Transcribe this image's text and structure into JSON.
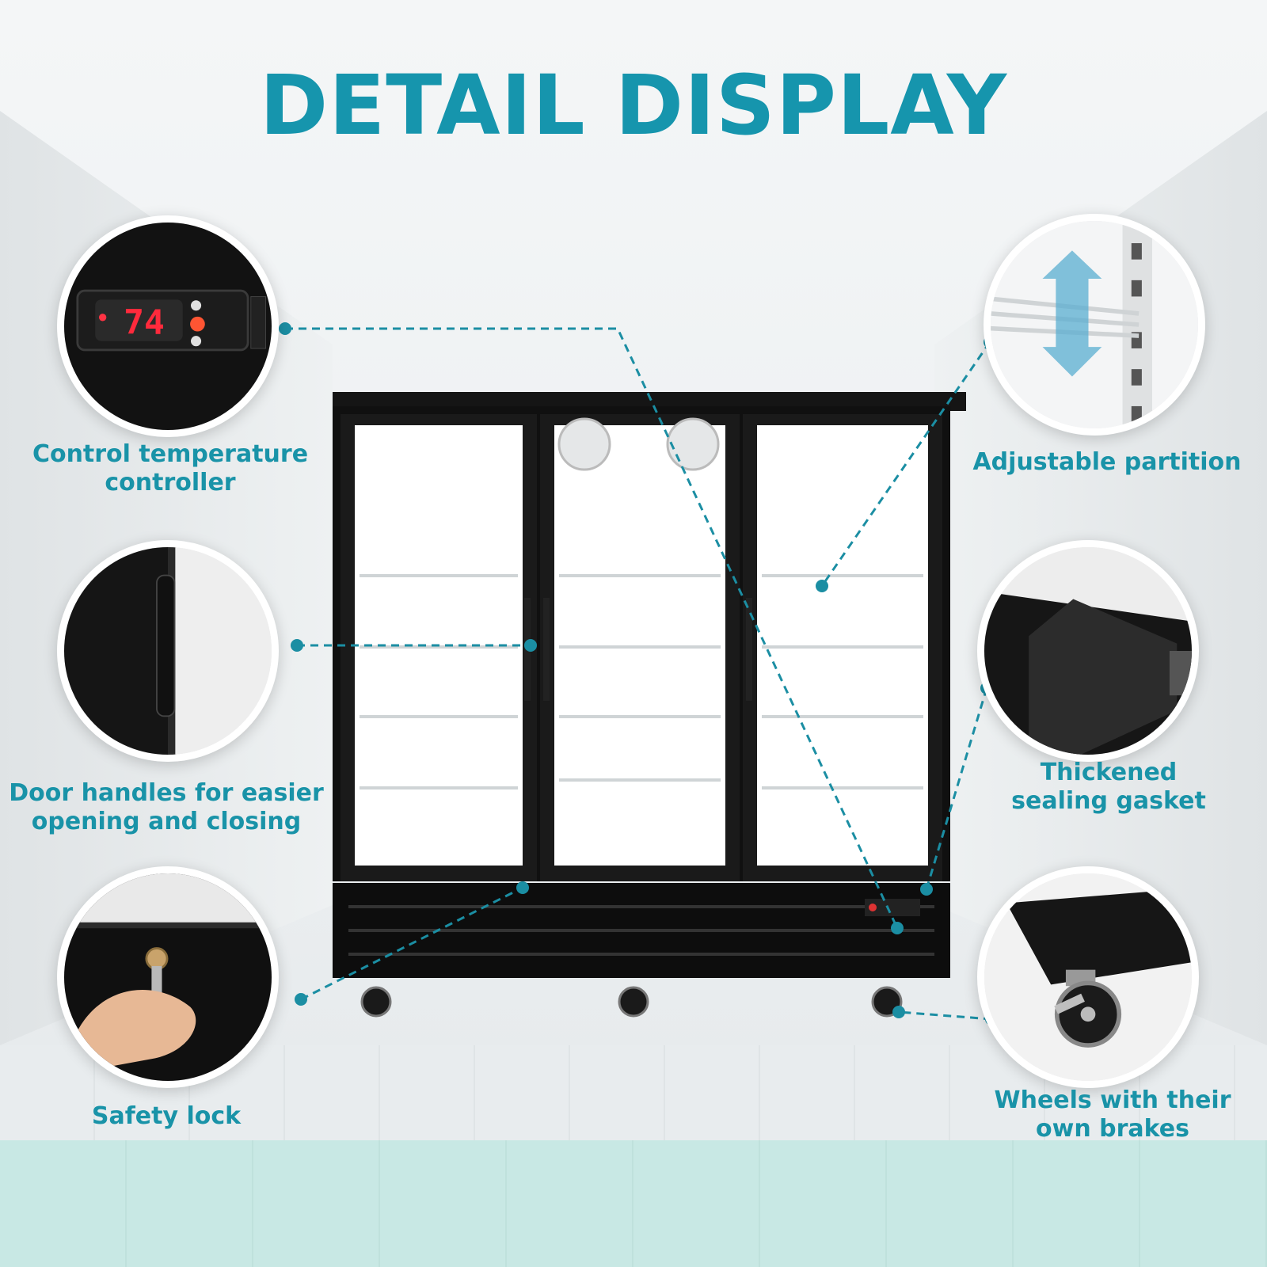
{
  "headline": "DETAIL DISPLAY",
  "callouts": {
    "temperature_controller": {
      "lines": [
        "Control temperature",
        "controller"
      ],
      "display_reading": "74"
    },
    "door_handles": {
      "lines": [
        "Door handles for easier",
        "opening and closing"
      ]
    },
    "safety_lock": {
      "lines": [
        "Safety lock"
      ]
    },
    "adjustable_partition": {
      "lines": [
        "Adjustable partition"
      ]
    },
    "sealing_gasket": {
      "lines": [
        "Thickened",
        "sealing gasket"
      ]
    },
    "wheels": {
      "lines": [
        "Wheels with their",
        "own brakes"
      ]
    }
  },
  "colors": {
    "accent": "#1695ad",
    "label": "#1993a8",
    "fridge": "#141414",
    "floor_teal": "#c6e6e2"
  }
}
